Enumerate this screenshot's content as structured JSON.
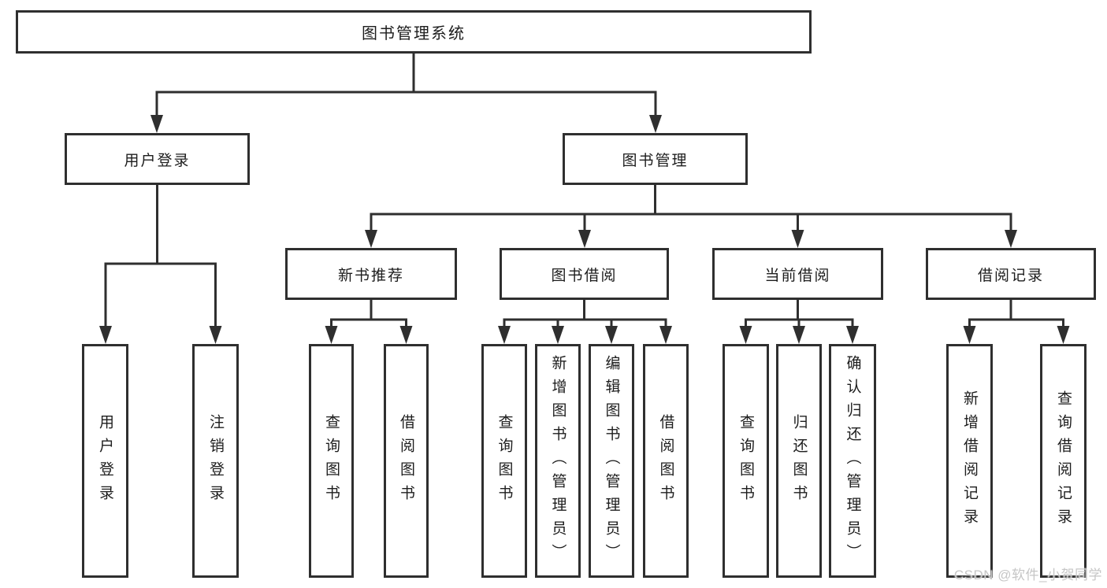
{
  "diagram": {
    "type": "hierarchy-tree",
    "root": {
      "label": "图书管理系统"
    },
    "branches": [
      {
        "label": "用户登录",
        "children": [
          {
            "label": "用户登录"
          },
          {
            "label": "注销登录"
          }
        ]
      },
      {
        "label": "图书管理",
        "children": [
          {
            "label": "新书推荐",
            "children": [
              {
                "label": "查询图书"
              },
              {
                "label": "借阅图书"
              }
            ]
          },
          {
            "label": "图书借阅",
            "children": [
              {
                "label": "查询图书"
              },
              {
                "label": "新增图书（管理员）"
              },
              {
                "label": "编辑图书（管理员）"
              },
              {
                "label": "借阅图书"
              }
            ]
          },
          {
            "label": "当前借阅",
            "children": [
              {
                "label": "查询图书"
              },
              {
                "label": "归还图书"
              },
              {
                "label": "确认归还（管理员）"
              }
            ]
          },
          {
            "label": "借阅记录",
            "children": [
              {
                "label": "新增借阅记录"
              },
              {
                "label": "查询借阅记录"
              }
            ]
          }
        ]
      }
    ],
    "colors": {
      "line": "#2f2f2f",
      "box_border": "#2f2f2f",
      "box_background": "#ffffff",
      "text": "#1d1d1d",
      "page_background": "#ffffff",
      "watermark": "#c6c6c6"
    }
  },
  "watermark": {
    "text": "CSDN @软件_小贺同学"
  }
}
